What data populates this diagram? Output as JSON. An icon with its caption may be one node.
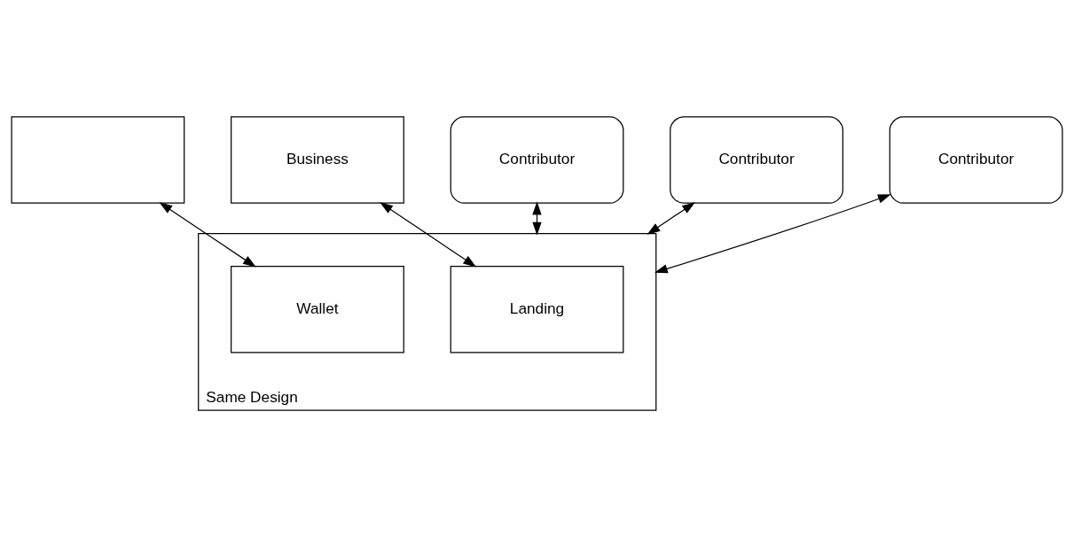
{
  "diagram": {
    "nodes": [
      {
        "text": [
          "Business"
        ]
      },
      {
        "text": [],
        "shape": "box"
      },
      {
        "text": [
          "Same Design"
        ]
      },
      {
        "text": [
          "Landing"
        ],
        "in": 2
      },
      {
        "text": [
          "Wallet"
        ],
        "in": 2
      },
      {
        "text": [
          "Contributor"
        ]
      },
      {
        "text": [
          "Contributor"
        ]
      },
      {
        "text": [
          "Contributor"
        ]
      }
    ],
    "edges": [
      {
        "from": 0,
        "to": 3,
        "arrow": "both"
      },
      {
        "from": 1,
        "to": 4,
        "arrow": "both"
      },
      {
        "from": 5,
        "to": 2,
        "arrow": "both"
      },
      {
        "from": 6,
        "to": 2,
        "arrow": "both"
      },
      {
        "from": 7,
        "to": 2,
        "arrow": "both"
      }
    ]
  }
}
